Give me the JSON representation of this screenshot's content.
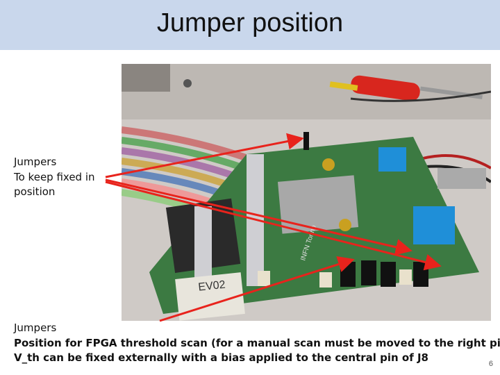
{
  "slide": {
    "title": "Jumper position",
    "page_number": "6"
  },
  "annotations": {
    "fixed_jumpers": {
      "line1": "Jumpers",
      "line2": "To keep fixed in",
      "line3": "position"
    },
    "threshold_jumpers": {
      "line1": "Jumpers",
      "line2": "Position for FPGA threshold scan (for a manual scan must be moved to the right pin).",
      "line3": "V_th can be fixed externally with a bias applied to the central pin of J8"
    }
  },
  "photo": {
    "board_text": [
      "EV02",
      "INFN Torino"
    ],
    "colors": {
      "arrow": "#e8231c",
      "terminal_blue": "#1f8fd8",
      "pcb_green": "#3c7a42",
      "title_bar": "#c9d7ec"
    }
  }
}
